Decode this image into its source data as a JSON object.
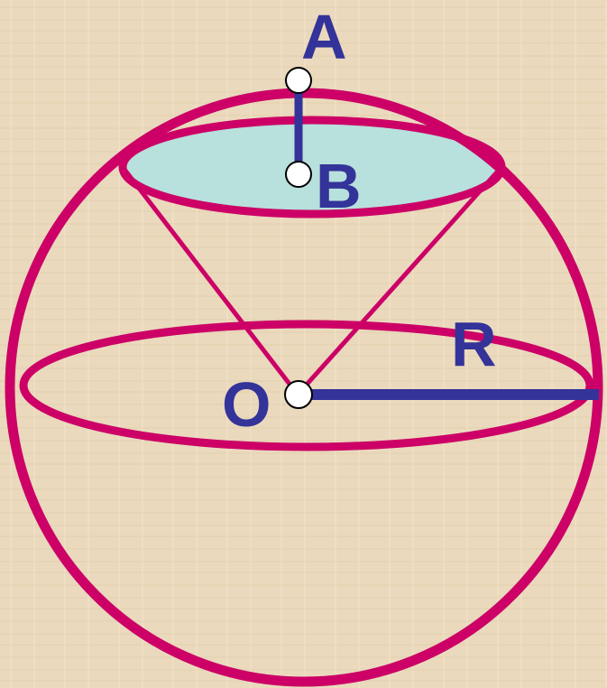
{
  "labels": {
    "a": "A",
    "b": "B",
    "o": "O",
    "r": "R"
  },
  "colors": {
    "background": "#ead9bd",
    "sphere": "#cc0066",
    "segment": "#333399",
    "cap_fill": "#b8e0dc",
    "point_fill": "#ffffff",
    "label": "#333399"
  }
}
